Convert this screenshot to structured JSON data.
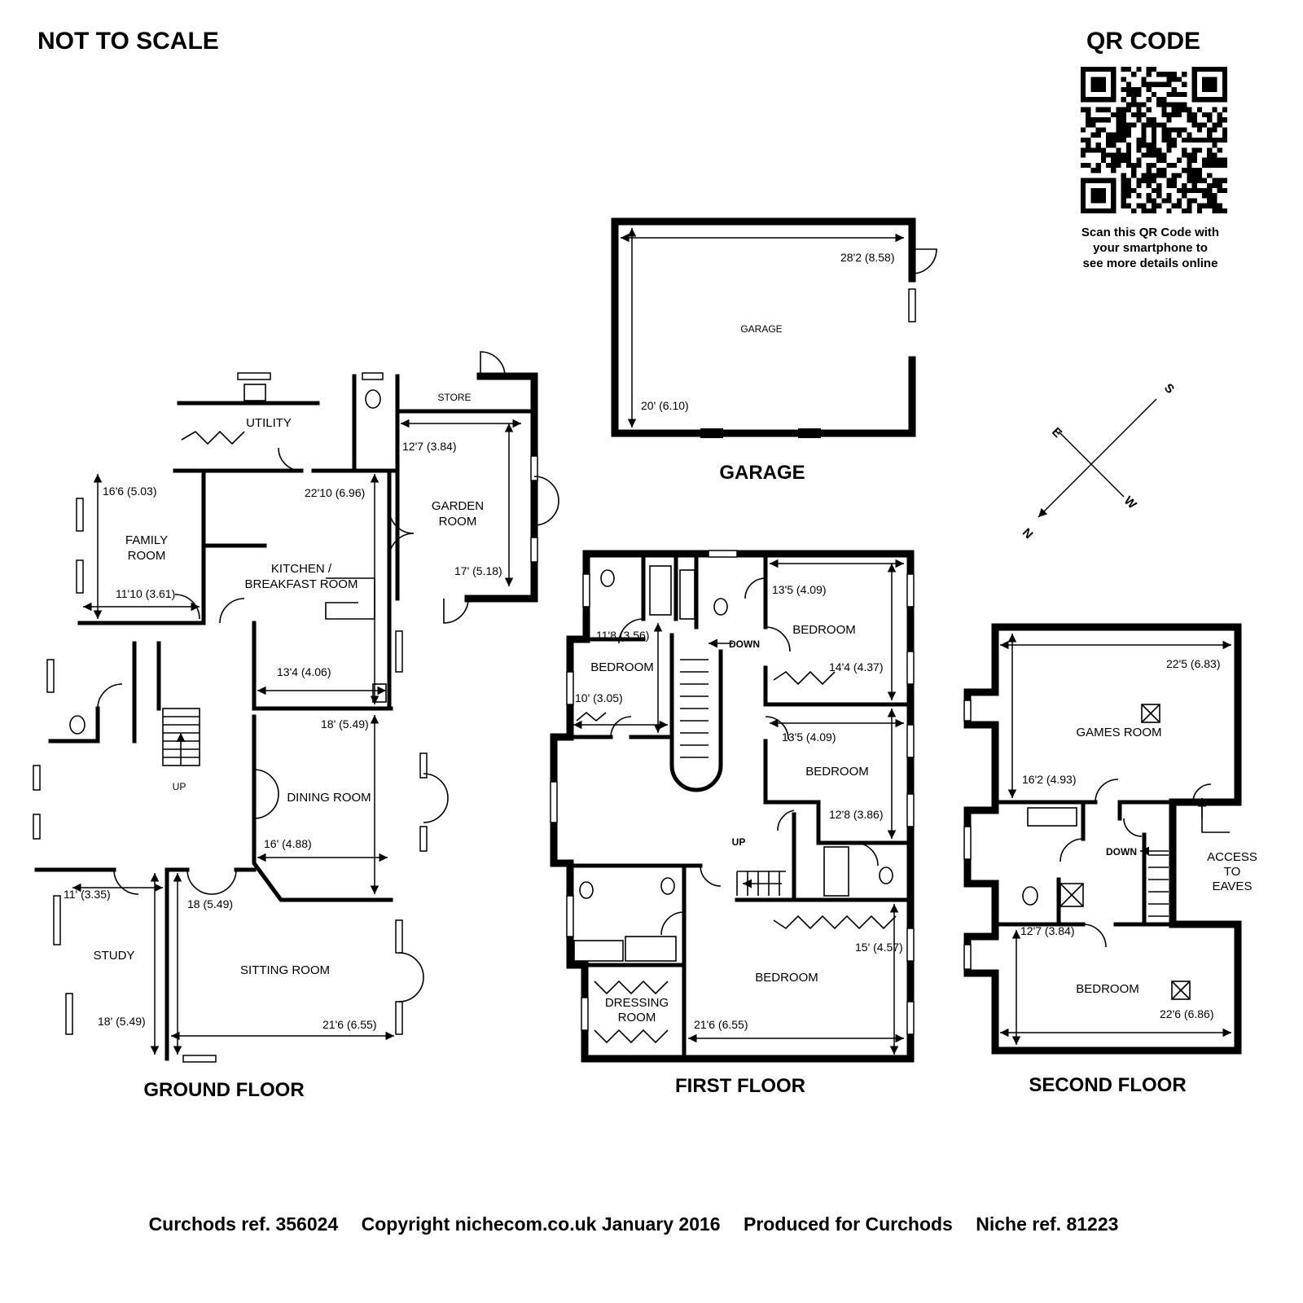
{
  "header": {
    "not_to_scale": "NOT TO SCALE",
    "qr_title": "QR CODE",
    "qr_caption": [
      "Scan this QR Code with",
      "your smartphone to",
      "see more details online"
    ]
  },
  "floors": {
    "ground": "GROUND FLOOR",
    "first": "FIRST FLOOR",
    "second": "SECOND FLOOR",
    "garage": "GARAGE"
  },
  "rooms": {
    "garage": "GARAGE",
    "store": "STORE",
    "utility": "UTILITY",
    "garden_room": [
      "GARDEN",
      "ROOM"
    ],
    "family_room": [
      "FAMILY",
      "ROOM"
    ],
    "kitchen": [
      "KITCHEN /",
      "BREAKFAST ROOM"
    ],
    "dining_room": "DINING ROOM",
    "study": "STUDY",
    "sitting_room": "SITTING ROOM",
    "ff_bedroom": "BEDROOM",
    "dressing_room": [
      "DRESSING",
      "ROOM"
    ],
    "games_room": "GAMES ROOM",
    "access_eaves": [
      "ACCESS",
      "TO",
      "EAVES"
    ]
  },
  "stairs": {
    "up": "UP",
    "down": "DOWN"
  },
  "dimensions": {
    "garage_w": "28'2 (8.58)",
    "garage_d": "20' (6.10)",
    "garden_w": "12'7 (3.84)",
    "garden_d": "17' (5.18)",
    "family_d": "16'6 (5.03)",
    "family_w": "11'10 (3.61)",
    "kitchen_d": "22'10 (6.96)",
    "kitchen_w": "13'4 (4.06)",
    "dining_d": "18' (5.49)",
    "dining_w": "16' (4.88)",
    "study_w": "11' (3.35)",
    "study_d": "18' (5.49)",
    "sitting_d": "18 (5.49)",
    "sitting_w": "21'6 (6.55)",
    "ff_bed1_w": "13'5 (4.09)",
    "ff_bed1_d": "14'4 (4.37)",
    "ff_bed2_d": "11'8 (3.56)",
    "ff_bed2_w": "10' (3.05)",
    "ff_bed3_w": "13'5 (4.09)",
    "ff_bed3_d": "12'8 (3.86)",
    "ff_master_d": "15' (4.57)",
    "ff_master_w": "21'6 (6.55)",
    "games_w": "22'5 (6.83)",
    "games_d": "16'2 (4.93)",
    "sf_bed_d": "12'7 (3.84)",
    "sf_bed_w": "22'6 (6.86)"
  },
  "compass": {
    "n": "N",
    "s": "S",
    "e": "E",
    "w": "W"
  },
  "footer": [
    "Curchods ref. 356024",
    "Copyright nichecom.co.uk January 2016",
    "Produced for Curchods",
    "Niche ref. 81223"
  ]
}
